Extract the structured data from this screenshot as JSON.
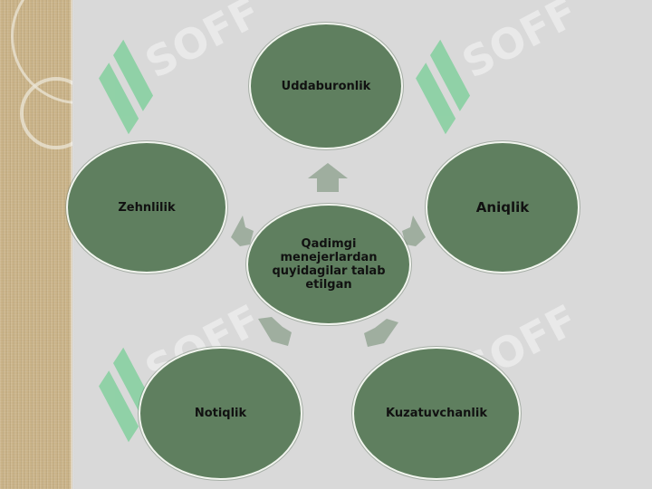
{
  "colors": {
    "node_fill": "#5f7f5f",
    "node_border": "#f2f5ef",
    "arrow": "#9fae9f",
    "background": "#d9d9d9"
  },
  "center": {
    "label": "Qadimgi menejerlardan quyidagilar talab etilgan"
  },
  "nodes": {
    "top": "Uddaburonlik",
    "right": "Aniqlik",
    "left": "Zehnlilik",
    "bottom_left": "Notiqlik",
    "bottom_right": "Kuzatuvchanlik"
  },
  "watermark": {
    "text": "SOFF"
  }
}
